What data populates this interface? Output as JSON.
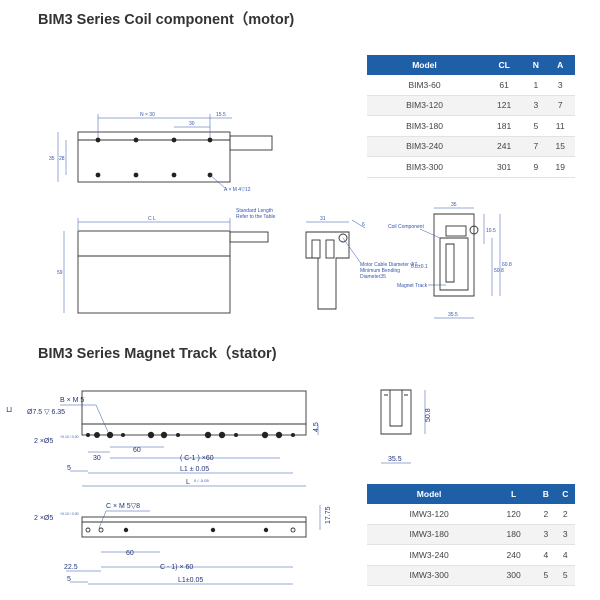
{
  "titles": {
    "coil": "BIM3 Series Coil component（motor)",
    "magnet": "BIM3 Series Magnet Track（stator)"
  },
  "coil_table": {
    "headers": [
      "Model",
      "CL",
      "N",
      "A"
    ],
    "rows": [
      [
        "BIM3-60",
        "61",
        "1",
        "3"
      ],
      [
        "BIM3-120",
        "121",
        "3",
        "7"
      ],
      [
        "BIM3-180",
        "181",
        "5",
        "11"
      ],
      [
        "BIM3-240",
        "241",
        "7",
        "15"
      ],
      [
        "BIM3-300",
        "301",
        "9",
        "19"
      ]
    ]
  },
  "magnet_table": {
    "headers": [
      "Model",
      "L",
      "B",
      "C"
    ],
    "rows": [
      [
        "IMW3-120",
        "120",
        "2",
        "2"
      ],
      [
        "IMW3-180",
        "180",
        "3",
        "3"
      ],
      [
        "IMW3-240",
        "240",
        "4",
        "4"
      ],
      [
        "IMW3-300",
        "300",
        "5",
        "5"
      ]
    ]
  },
  "coil_drawing": {
    "top_n30": "N × 30",
    "top_30": "30",
    "top_15_5": "15.5",
    "left_35": "35",
    "left_28": "28",
    "hole_note": "A × M 4▽12",
    "cl": "C L",
    "cable_note_1": "Standard Length",
    "cable_note_2": "Refer to the Table",
    "side_59": "59",
    "end_31": "31",
    "end_6": "6",
    "motor_cable_1": "Motor Cable Diameter Φ7",
    "motor_cable_2": "Minimum Bending",
    "motor_cable_3": "Diameter35",
    "asm_35": "35",
    "asm_coil": "Coil Component",
    "asm_gap": "0.8±0.1",
    "asm_magnet": "Magnet Track",
    "asm_10_5": "10.5",
    "asm_50_8": "50.8",
    "asm_60_8": "60.8",
    "asm_35_5": "35.5"
  },
  "magnet_drawing": {
    "b_m5": "B × M 5",
    "cbore": "Ø7.5 ▽ 6.35",
    "pin1": "2 ×Ø5",
    "pin1_tol": "+0.10 / 0.00",
    "d_30": "30",
    "d_60": "60",
    "d_c1x60": "( C-1 ) ×60",
    "d_5": "5",
    "d_l1": "L1 ± 0.05",
    "d_l_prefix": "L",
    "d_l_tol": "0 / -0.05",
    "d_4_5": "4.5",
    "end_50_8": "50.8",
    "end_35_5": "35.5",
    "c_m5": "C × M 5▽8",
    "pin2": "2 ×Ø5",
    "pin2_tol": "+0.10 / 0.00",
    "d2_60": "60",
    "d2_c1x60": "C - 1) × 60",
    "d2_22_5": "22.5",
    "d2_5": "5",
    "d2_l1": "L1±0.05",
    "d2_17_75": "17.75"
  }
}
